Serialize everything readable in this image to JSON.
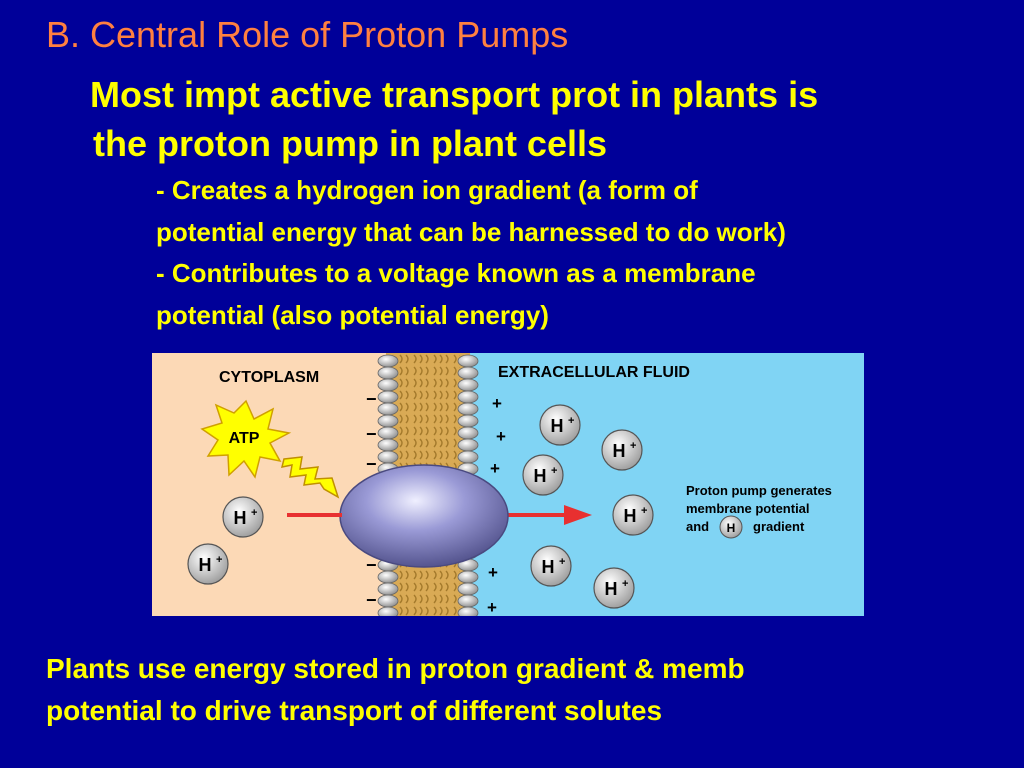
{
  "slide": {
    "title": "B.  Central Role of Proton Pumps",
    "lead_line1": "Most impt active transport prot in plants is",
    "lead_line2": "the proton pump in plant cells",
    "bullets": [
      {
        "line1": "- Creates a hydrogen ion gradient (a form of",
        "line2": "potential energy that can be harnessed to do work)"
      },
      {
        "line1": "- Contributes to a voltage known as a membrane",
        "line2": "potential (also potential energy)"
      }
    ],
    "footer_line1": "Plants use energy stored in proton gradient & memb",
    "footer_line2": "potential to drive transport of different solutes",
    "colors": {
      "background": "#000099",
      "title": "#ff8040",
      "body_text": "#ffff00",
      "cytoplasm": "#fcd9b6",
      "extracellular": "#80d4f4",
      "membrane": "#d9aa55",
      "pump": "#8888cc",
      "arrow": "#e83030",
      "atp_star": "#ffff00"
    }
  },
  "diagram": {
    "cytoplasm_label": "CYTOPLASM",
    "extracellular_label": "EXTRACELLULAR FLUID",
    "atp_label": "ATP",
    "proton_label": "H",
    "proton_charge": "+",
    "minus_sign": "−",
    "plus_sign": "+",
    "caption_line1": "Proton pump generates",
    "caption_line2": "membrane potential",
    "caption_line3a": "and",
    "caption_line3b": "gradient",
    "icons": {
      "atp": "atp-starburst-icon",
      "energy": "lightning-bolt-icon",
      "pump": "proton-pump-icon",
      "arrow": "proton-flow-arrow-icon"
    }
  }
}
